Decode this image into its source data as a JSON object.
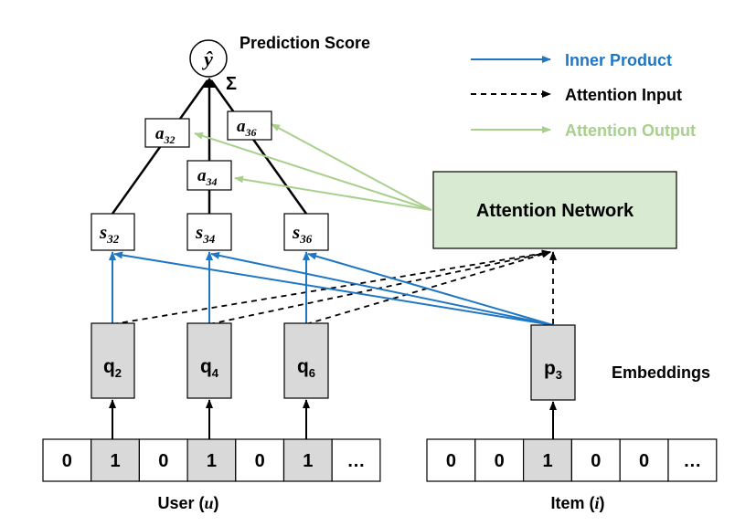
{
  "title": "Prediction Score",
  "prediction_symbol": "ŷ",
  "sum_symbol": "Σ",
  "legend": [
    {
      "label": "Inner Product",
      "color": "#1f77c4",
      "style": "solid"
    },
    {
      "label": "Attention Input",
      "color": "#000000",
      "style": "dashed"
    },
    {
      "label": "Attention Output",
      "color": "#a8d08d",
      "style": "solid"
    }
  ],
  "attention_network": {
    "label": "Attention Network",
    "fill": "#d9ead3",
    "border": "#000000"
  },
  "attention_weights": [
    {
      "base": "a",
      "sub": "32"
    },
    {
      "base": "a",
      "sub": "34"
    },
    {
      "base": "a",
      "sub": "36"
    }
  ],
  "scores": [
    {
      "base": "s",
      "sub": "32"
    },
    {
      "base": "s",
      "sub": "34"
    },
    {
      "base": "s",
      "sub": "36"
    }
  ],
  "user_embeddings": [
    {
      "base": "q",
      "sub": "2"
    },
    {
      "base": "q",
      "sub": "4"
    },
    {
      "base": "q",
      "sub": "6"
    }
  ],
  "item_embedding": {
    "base": "p",
    "sub": "3"
  },
  "embeddings_label": "Embeddings",
  "user_vector": {
    "cells": [
      "0",
      "1",
      "0",
      "1",
      "0",
      "1",
      "…"
    ],
    "highlighted": [
      1,
      3,
      5
    ],
    "label_prefix": "User (",
    "label_var": "u",
    "label_suffix": ")"
  },
  "item_vector": {
    "cells": [
      "0",
      "0",
      "1",
      "0",
      "0",
      "…"
    ],
    "highlighted": [
      2
    ],
    "label_prefix": "Item (",
    "label_var": "i",
    "label_suffix": ")"
  },
  "colors": {
    "inner_product": "#1f77c4",
    "attention_output": "#a8d08d",
    "highlight_cell": "#d9d9d9",
    "embedding_fill": "#d9d9d9",
    "legend_blue_text": "#1f77c4",
    "legend_green_text": "#a8d08d"
  }
}
